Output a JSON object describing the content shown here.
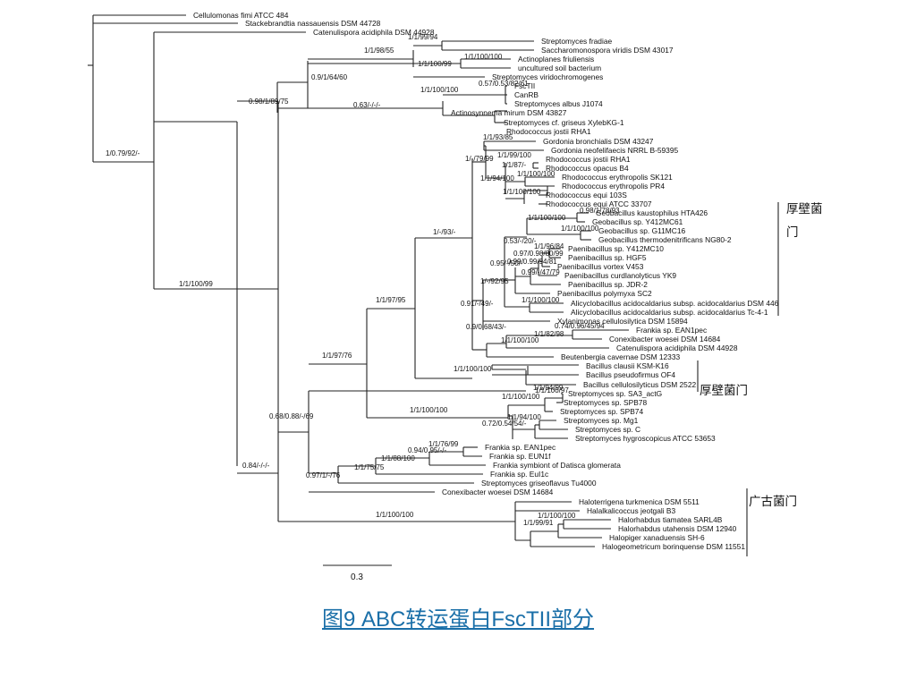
{
  "caption": "图9 ABC转运蛋白FscTII部分",
  "scale_bar_label": "0.3",
  "groups": [
    "厚壁菌门",
    "厚壁菌门",
    "广古菌门"
  ],
  "taxa": [
    "Cellulomonas fimi ATCC 484",
    "Stackebrandtia nassauensis DSM 44728",
    "Catenulispora acidiphila DSM 44928",
    "Streptomyces fradiae",
    "Saccharomonospora viridis DSM 43017",
    "Actinoplanes friuliensis",
    "uncultured soil bacterium",
    "Streptomyces viridochromogenes",
    "FscTII",
    "CanRB",
    "Streptomyces albus J1074",
    "Actinosynnema mirum DSM 43827",
    "Streptomyces cf. griseus XylebKG-1",
    "Rhodococcus jostii RHA1",
    "Gordonia bronchialis DSM 43247",
    "Gordonia neofelifaecis NRRL B-59395",
    "Rhodococcus jostii RHA1",
    "Rhodococcus opacus B4",
    "Rhodococcus erythropolis SK121",
    "Rhodococcus erythropolis PR4",
    "Rhodococcus equi 103S",
    "Rhodococcus equi ATCC 33707",
    "Geobacillus kaustophilus HTA426",
    "Geobacillus sp. Y412MC61",
    "Geobacillus sp. G11MC16",
    "Geobacillus thermodenitrificans NG80-2",
    "Paenibacillus sp. Y412MC10",
    "Paenibacillus sp. HGF5",
    "Paenibacillus vortex V453",
    "Paenibacillus curdlanolyticus YK9",
    "Paenibacillus sp. JDR-2",
    "Paenibacillus polymyxa SC2",
    "Alicyclobacillus acidocaldarius subsp. acidocaldarius DSM 446",
    "Alicyclobacillus acidocaldarius subsp. acidocaldarius Tc-4-1",
    "Xylanimonas cellulosilytica DSM 15894",
    "Frankia sp. EAN1pec",
    "Conexibacter woesei DSM 14684",
    "Catenulispora acidiphila DSM 44928",
    "Beutenbergia cavernae DSM 12333",
    "Bacillus clausii KSM-K16",
    "Bacillus pseudofirmus OF4",
    "Bacillus cellulosilyticus DSM 2522",
    "Streptomyces sp. SA3_actG",
    "Streptomyces sp. SPB78",
    "Streptomyces sp. SPB74",
    "Streptomyces sp. Mg1",
    "Streptomyces sp. C",
    "Streptomyces hygroscopicus ATCC 53653",
    "Frankia sp. EAN1pec",
    "Frankia sp. EUN1f",
    "Frankia symbiont of Datisca glomerata",
    "Frankia sp. EuI1c",
    "Streptomyces griseoflavus Tu4000",
    "Conexibacter woesei DSM 14684",
    "Haloterrigena turkmenica DSM 5511",
    "Halalkalicoccus jeotgali B3",
    "Halorhabdus tiamatea SARL4B",
    "Halorhabdus utahensis DSM 12940",
    "Halopiger xanaduensis SH-6",
    "Halogeometricum borinquense DSM 11551"
  ],
  "node_labels": [
    "1/0.79/92/-",
    "0.98/1/89/75",
    "0.9/1/64/60",
    "1/1/98/55",
    "1/1/99/94",
    "1/1/100/99",
    "1/1/100/100",
    "1/1/100/100",
    "0.57/0.53/82/61",
    "0.63/-/-/-",
    "1/1/100/99",
    "1/1/97/76",
    "1/1/97/95",
    "1/-/93/-",
    "1/-/79/99",
    "1/1/93/85",
    "1/1/99/100",
    "1/1/87/-",
    "1/1/94/100",
    "1/1/100/100",
    "1/1/100/100",
    "0.53/-/20/-",
    "0.98/1/78/93",
    "1/1/100/100",
    "1/1/100/100",
    "1/1/96/84",
    "0.97/0.98/80/99",
    "0.99/0.99/94/81",
    "0.95/-/50/-",
    "0.99/-/47/79",
    "1/-/92/95",
    "1/1/100/100",
    "0.91/-/49/-",
    "0.9/0.68/43/-",
    "1/1/100/100",
    "0.74/0.96/45/94",
    "1/1/82/98",
    "1/1/100/100",
    "1/1/94/99",
    "0.68/0.88/-/69",
    "1/1/100/100",
    "1/1/100/100",
    "1/1/100/97",
    "1/1/94/100",
    "0.72/0.54/54/-",
    "0.84/-/-/-",
    "0.97/1/-/76",
    "1/1/75/75",
    "1/1/88/100",
    "0.94/0.95/-/-",
    "1/1/76/99",
    "1/1/100/100",
    "1/1/99/91",
    "1/1/100/100"
  ]
}
